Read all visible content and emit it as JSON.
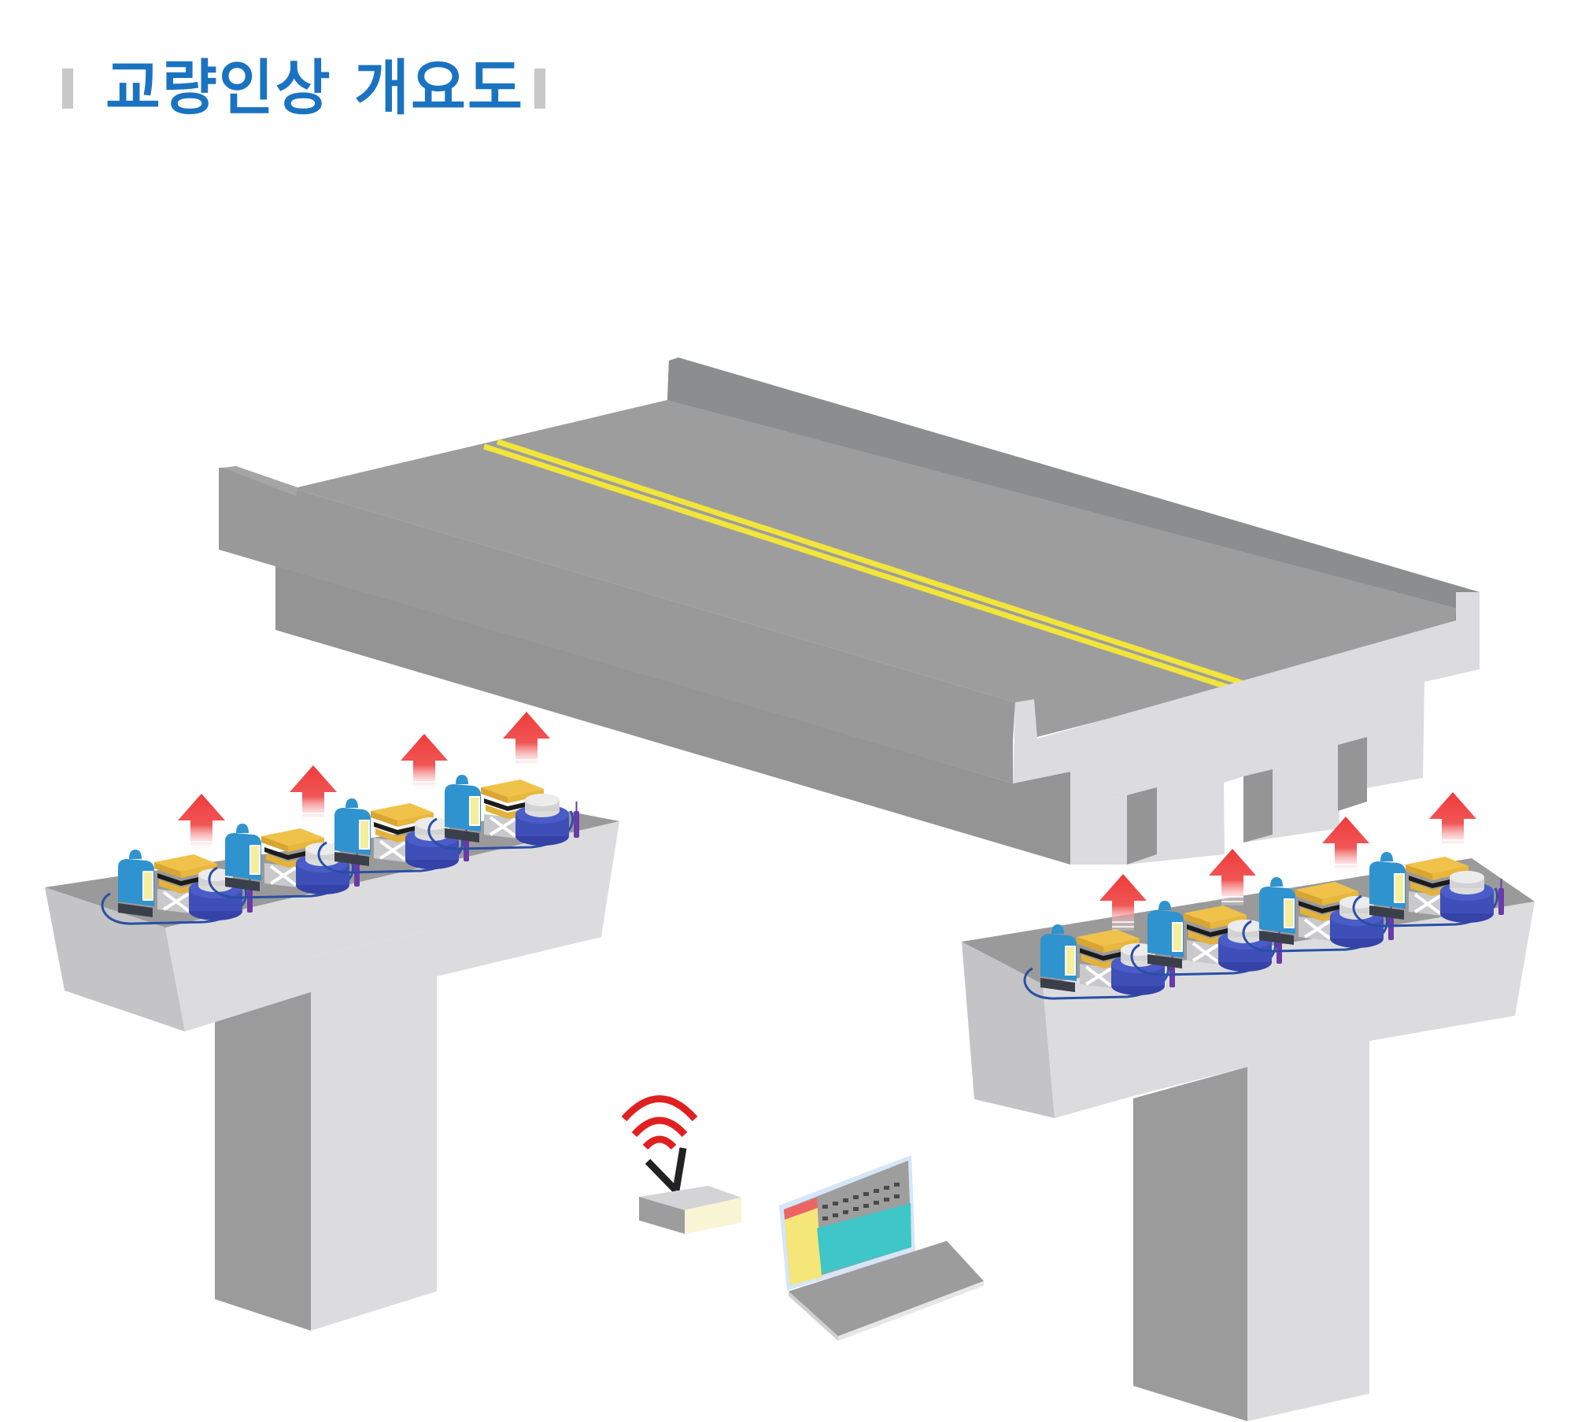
{
  "header": {
    "title": "교량인상 개요도",
    "title_color": "#1a73c0",
    "bar_color": "#c8c8c8"
  },
  "diagram": {
    "subject": "bridge-lifting-overview",
    "colors": {
      "deck_top": "#9d9d9d",
      "deck_side": "#949494",
      "deck_end": "#dcdcdf",
      "parapet_inner": "#8c8d8f",
      "centerline": "#f2e53a",
      "pier_light": "#dcdcdf",
      "pier_mid": "#c4c4c6",
      "pier_dark": "#9b9b9b",
      "cap_top": "#9a9a9a",
      "lift_arrow": "#ef3b3b",
      "jack_pump": "#2f93cf",
      "jack_plate": "#e2b23a",
      "jack_cylinder": "#3f4fb8",
      "hose": "#2a4fa6",
      "wifi_signal": "#e02020",
      "laptop_frame": "#d5e6f7",
      "laptop_base": "#9c9c9c"
    },
    "components": {
      "deck": {
        "label": "superstructure-deck",
        "girders": 4
      },
      "piers": [
        {
          "id": "left-pier",
          "jacks": 4,
          "arrows": 4
        },
        {
          "id": "right-pier",
          "jacks": 4,
          "arrows": 4
        }
      ],
      "controller": {
        "router": "wireless-router",
        "laptop": "monitoring-laptop"
      }
    }
  }
}
